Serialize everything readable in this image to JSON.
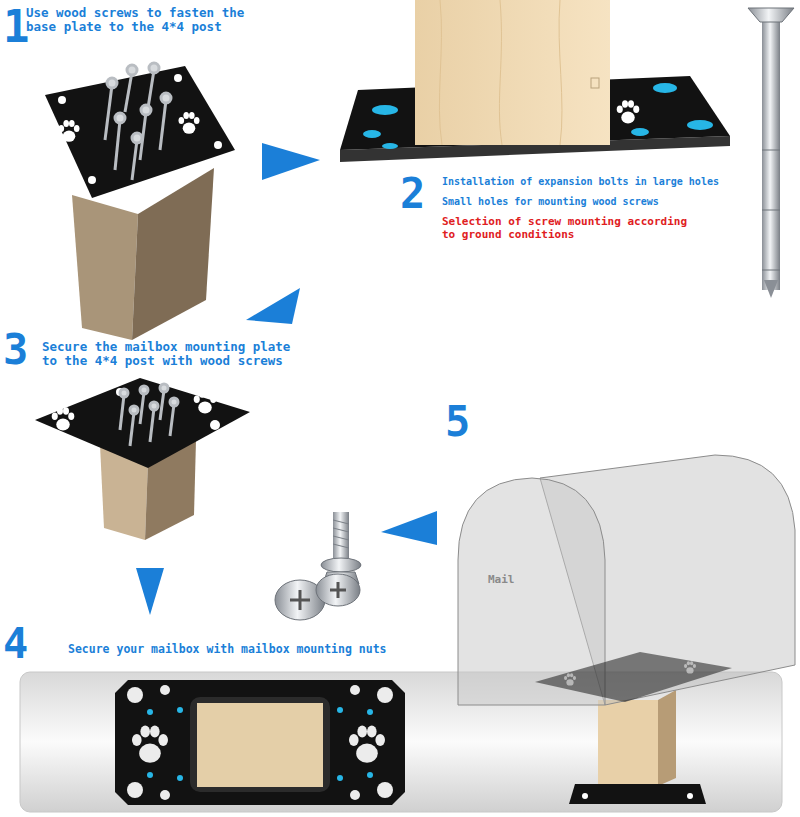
{
  "diagram": {
    "labels": [
      "1",
      "Use wood screws to fasten the base plate to the 4*4 post",
      "2",
      "Installation of expansion bolts in large holes",
      "Small holes for mounting wood screws",
      "Selection of screw mounting according to ground conditions",
      "3",
      "Secure the mailbox mounting plate to the 4*4 post with wood screws",
      "4",
      "Secure your mailbox with mailbox mounting nuts",
      "5",
      "Mail"
    ]
  }
}
